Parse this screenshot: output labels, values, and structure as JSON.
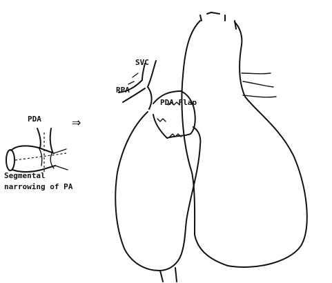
{
  "labels": {
    "svc": "SVC",
    "rpa": "RPA",
    "pda_flap": "PDA Flap",
    "pda_inset": "PDA",
    "arrow": "⇒",
    "segmental": "Segmental",
    "narrowing": "narrowing of PA"
  },
  "colors": {
    "ink": "#111111",
    "paper": "#ffffff"
  }
}
